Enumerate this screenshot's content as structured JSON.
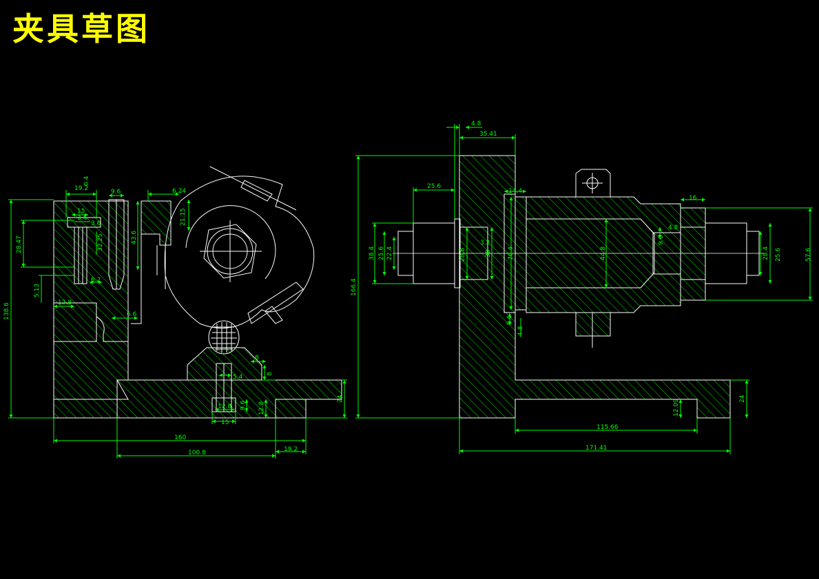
{
  "title": "夹具草图",
  "colors": {
    "background": "#000000",
    "title": "#ffff00",
    "dimension": "#00ff00",
    "outline": "#ffffff"
  },
  "front_view": {
    "dims": {
      "d_19_2_top": "19.2",
      "d_0_4": "0.4",
      "d_9_6": "9.6",
      "d_6_24": "6.24",
      "d_15": "15",
      "d_3_6": "3.6",
      "d_3_6b": "3.6",
      "d_28_47": "28.47",
      "d_32_25": "32.25",
      "d_43_6": "43.6",
      "d_21_15": "21.15",
      "d_6_2": "6.2",
      "d_5_13": "5.13",
      "d_12_8_left": "12.8",
      "d_6_6": "6.6",
      "d_138_6": "138.6",
      "d_8": "8",
      "d_8b": "8",
      "d_5_4": "5.4",
      "d_12_8_bot": "12.8",
      "d_9_6b": "9.6",
      "d_12_8_v": "12.8",
      "d_15_bot": "15",
      "d_24": "24",
      "d_160": "160",
      "d_100_8": "100.8",
      "d_19_2_bot": "19.2"
    }
  },
  "side_view": {
    "dims": {
      "d_4_8_top": "4.8",
      "d_35_41": "35.41",
      "d_25_6": "25.6",
      "d_14_4": "14.4",
      "d_16": "16",
      "d_4_8_r": "4.8",
      "d_166_4": "166.4",
      "d_38_4": "38.4",
      "d_25_6_v": "25.6",
      "d_22_4": "22.4",
      "d_28_8": "28.8",
      "d_3_2": "3.2",
      "d_38": "38",
      "d_70_4": "70.4",
      "d_44_8": "44.8",
      "d_9_6": "9.6",
      "d_25_6_r": "25.6",
      "d_28_4": "28.4",
      "d_57_6": "57.6",
      "d_9_6_low": "9.6",
      "d_4_8_low": "4.8",
      "d_12_09": "12.09",
      "d_24": "24",
      "d_115_66": "115.66",
      "d_171_41": "171.41"
    }
  }
}
